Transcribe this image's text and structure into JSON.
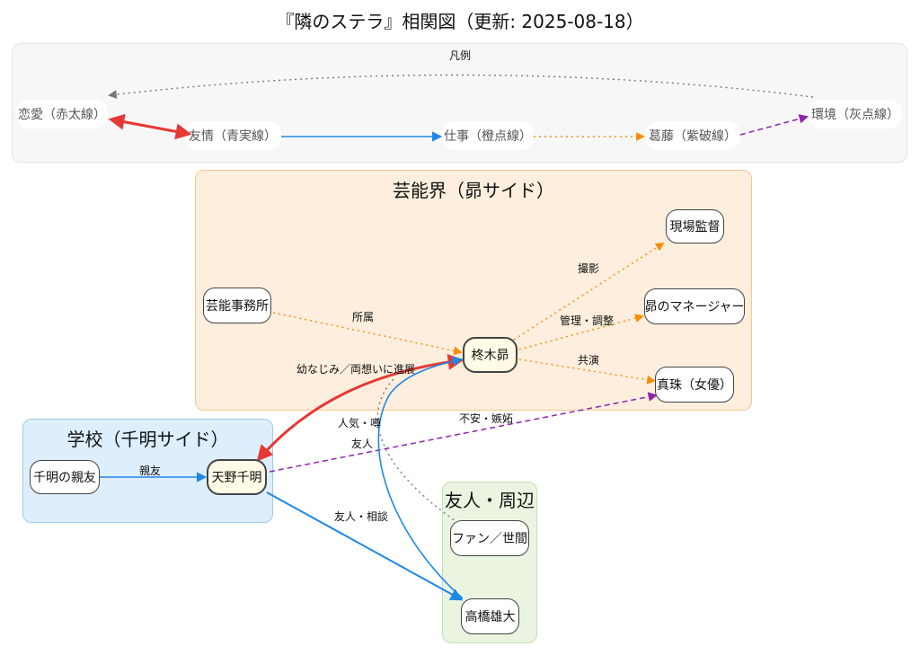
{
  "title": "『隣のステラ』相関図（更新: 2025-08-18）",
  "legend": {
    "title": "凡例",
    "items": [
      {
        "label": "恋愛（赤太線）",
        "color": "#e53935"
      },
      {
        "label": "友情（青実線）",
        "color": "#1e88e5"
      },
      {
        "label": "仕事（橙点線）",
        "color": "#fb8c00"
      },
      {
        "label": "葛藤（紫破線）",
        "color": "#8e24aa"
      },
      {
        "label": "環境（灰点線）",
        "color": "#777777"
      }
    ]
  },
  "clusters": {
    "geino": "芸能界（昴サイド）",
    "school": "学校（千明サイド）",
    "friends": "友人・周辺"
  },
  "nodes": {
    "genba": "現場監督",
    "jimusho": "芸能事務所",
    "manager": "昴のマネージャー",
    "subaru": "柊木昴",
    "maju": "真珠（女優）",
    "shinyu": "千明の親友",
    "chiaki": "天野千明",
    "fan": "ファン／世間",
    "takahashi": "高橋雄大"
  },
  "edges": {
    "satsuei": "撮影",
    "shozoku": "所属",
    "kanri": "管理・調整",
    "kyoen": "共演",
    "osananajimi": "幼なじみ／両想いに進展",
    "fuan": "不安・嫉妬",
    "ninki": "人気・噂",
    "yujin": "友人",
    "shinyu_label": "親友",
    "sodan": "友人・相談"
  }
}
